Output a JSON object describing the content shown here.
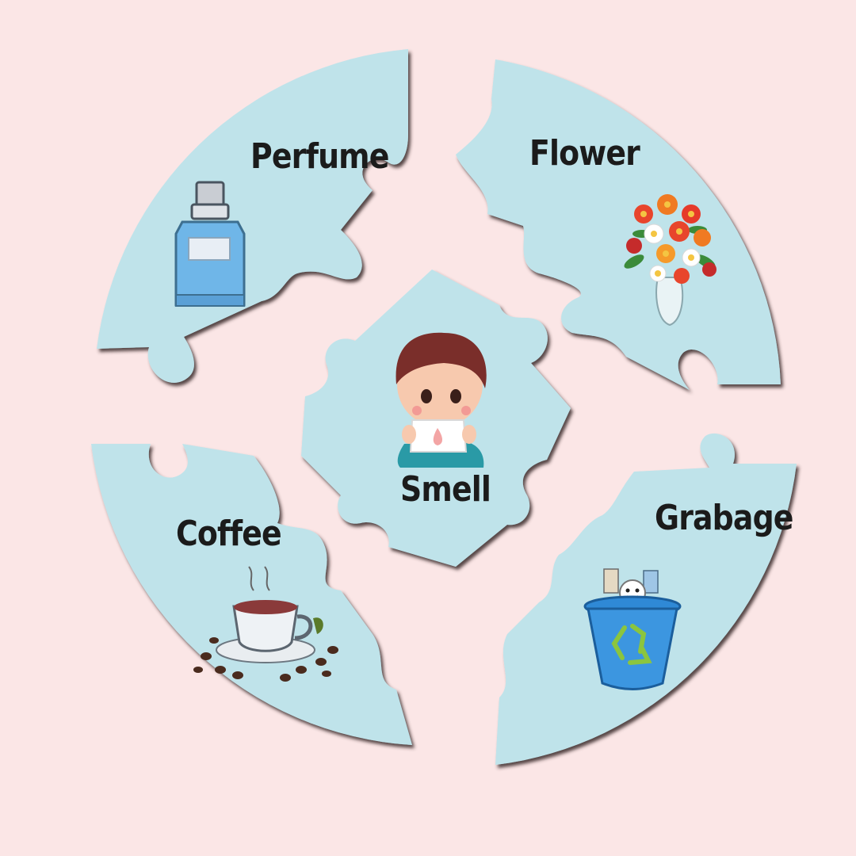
{
  "puzzle": {
    "center": {
      "label": "Smell",
      "illustration": "child-smelling-icon"
    },
    "pieces": [
      {
        "label": "Perfume",
        "illustration": "perfume-bottle-icon"
      },
      {
        "label": "Flower",
        "illustration": "flower-bouquet-icon"
      },
      {
        "label": "Coffee",
        "illustration": "coffee-cup-icon"
      },
      {
        "label": "Grabage",
        "illustration": "recycle-bin-icon"
      }
    ]
  },
  "colors": {
    "background": "#fbe6e6",
    "piece": "#bfe3ea",
    "piece_shadow": "#3a2a2a",
    "text": "#1b1b1b"
  }
}
